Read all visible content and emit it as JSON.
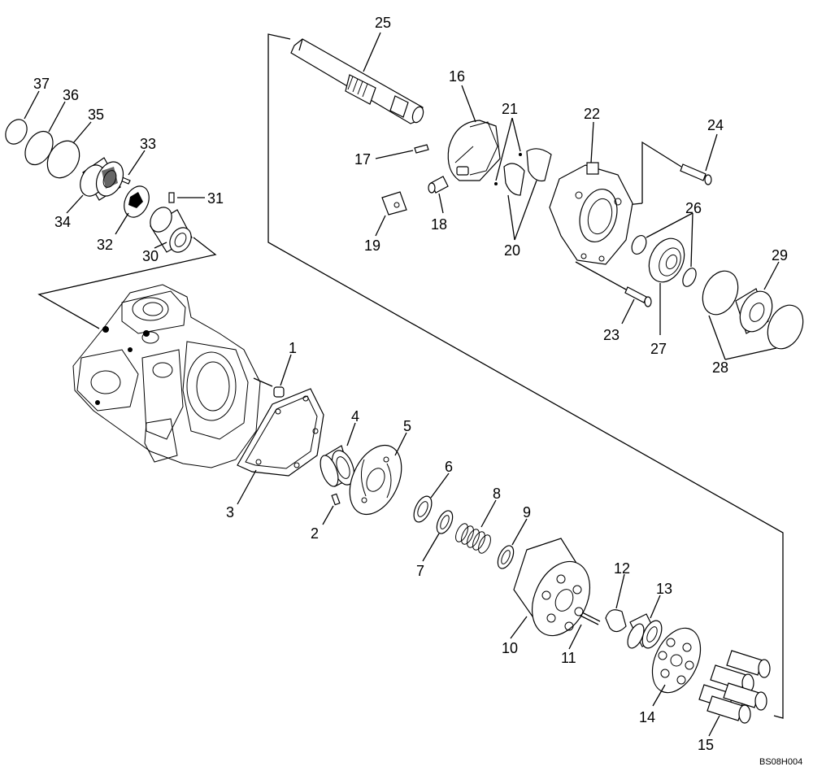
{
  "reference_code": "BS08H004",
  "callouts": [
    {
      "id": "1",
      "label": "1"
    },
    {
      "id": "2",
      "label": "2"
    },
    {
      "id": "3",
      "label": "3"
    },
    {
      "id": "4",
      "label": "4"
    },
    {
      "id": "5",
      "label": "5"
    },
    {
      "id": "6",
      "label": "6"
    },
    {
      "id": "7",
      "label": "7"
    },
    {
      "id": "8",
      "label": "8"
    },
    {
      "id": "9",
      "label": "9"
    },
    {
      "id": "10",
      "label": "10"
    },
    {
      "id": "11",
      "label": "11"
    },
    {
      "id": "12",
      "label": "12"
    },
    {
      "id": "13",
      "label": "13"
    },
    {
      "id": "14",
      "label": "14"
    },
    {
      "id": "15",
      "label": "15"
    },
    {
      "id": "16",
      "label": "16"
    },
    {
      "id": "17",
      "label": "17"
    },
    {
      "id": "18",
      "label": "18"
    },
    {
      "id": "19",
      "label": "19"
    },
    {
      "id": "20",
      "label": "20"
    },
    {
      "id": "21",
      "label": "21"
    },
    {
      "id": "22",
      "label": "22"
    },
    {
      "id": "23",
      "label": "23"
    },
    {
      "id": "24",
      "label": "24"
    },
    {
      "id": "25",
      "label": "25"
    },
    {
      "id": "26",
      "label": "26"
    },
    {
      "id": "27",
      "label": "27"
    },
    {
      "id": "28",
      "label": "28"
    },
    {
      "id": "29",
      "label": "29"
    },
    {
      "id": "30",
      "label": "30"
    },
    {
      "id": "31",
      "label": "31"
    },
    {
      "id": "32",
      "label": "32"
    },
    {
      "id": "33",
      "label": "33"
    },
    {
      "id": "34",
      "label": "34"
    },
    {
      "id": "35",
      "label": "35"
    },
    {
      "id": "36",
      "label": "36"
    },
    {
      "id": "37",
      "label": "37"
    }
  ]
}
